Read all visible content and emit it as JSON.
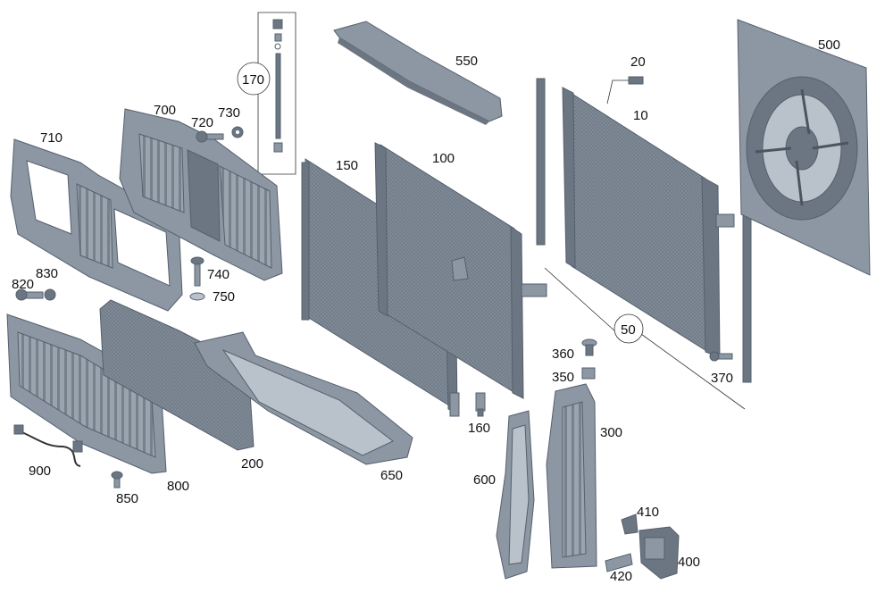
{
  "callouts": {
    "c170": "170",
    "c550": "550",
    "c20": "20",
    "c500": "500",
    "c10": "10",
    "c700": "700",
    "c720": "720",
    "c730": "730",
    "c710": "710",
    "c150": "150",
    "c100": "100",
    "c740": "740",
    "c820": "820",
    "c830": "830",
    "c750": "750",
    "c50": "50",
    "c360": "360",
    "c350": "350",
    "c370": "370",
    "c160": "160",
    "c300": "300",
    "c900": "900",
    "c200": "200",
    "c800": "800",
    "c650": "650",
    "c600": "600",
    "c850": "850",
    "c410": "410",
    "c400": "400",
    "c420": "420"
  },
  "colors": {
    "part_face": "#8c97a3",
    "part_dark": "#6b7682",
    "part_light": "#b9c2cb",
    "outline": "#55606d"
  }
}
